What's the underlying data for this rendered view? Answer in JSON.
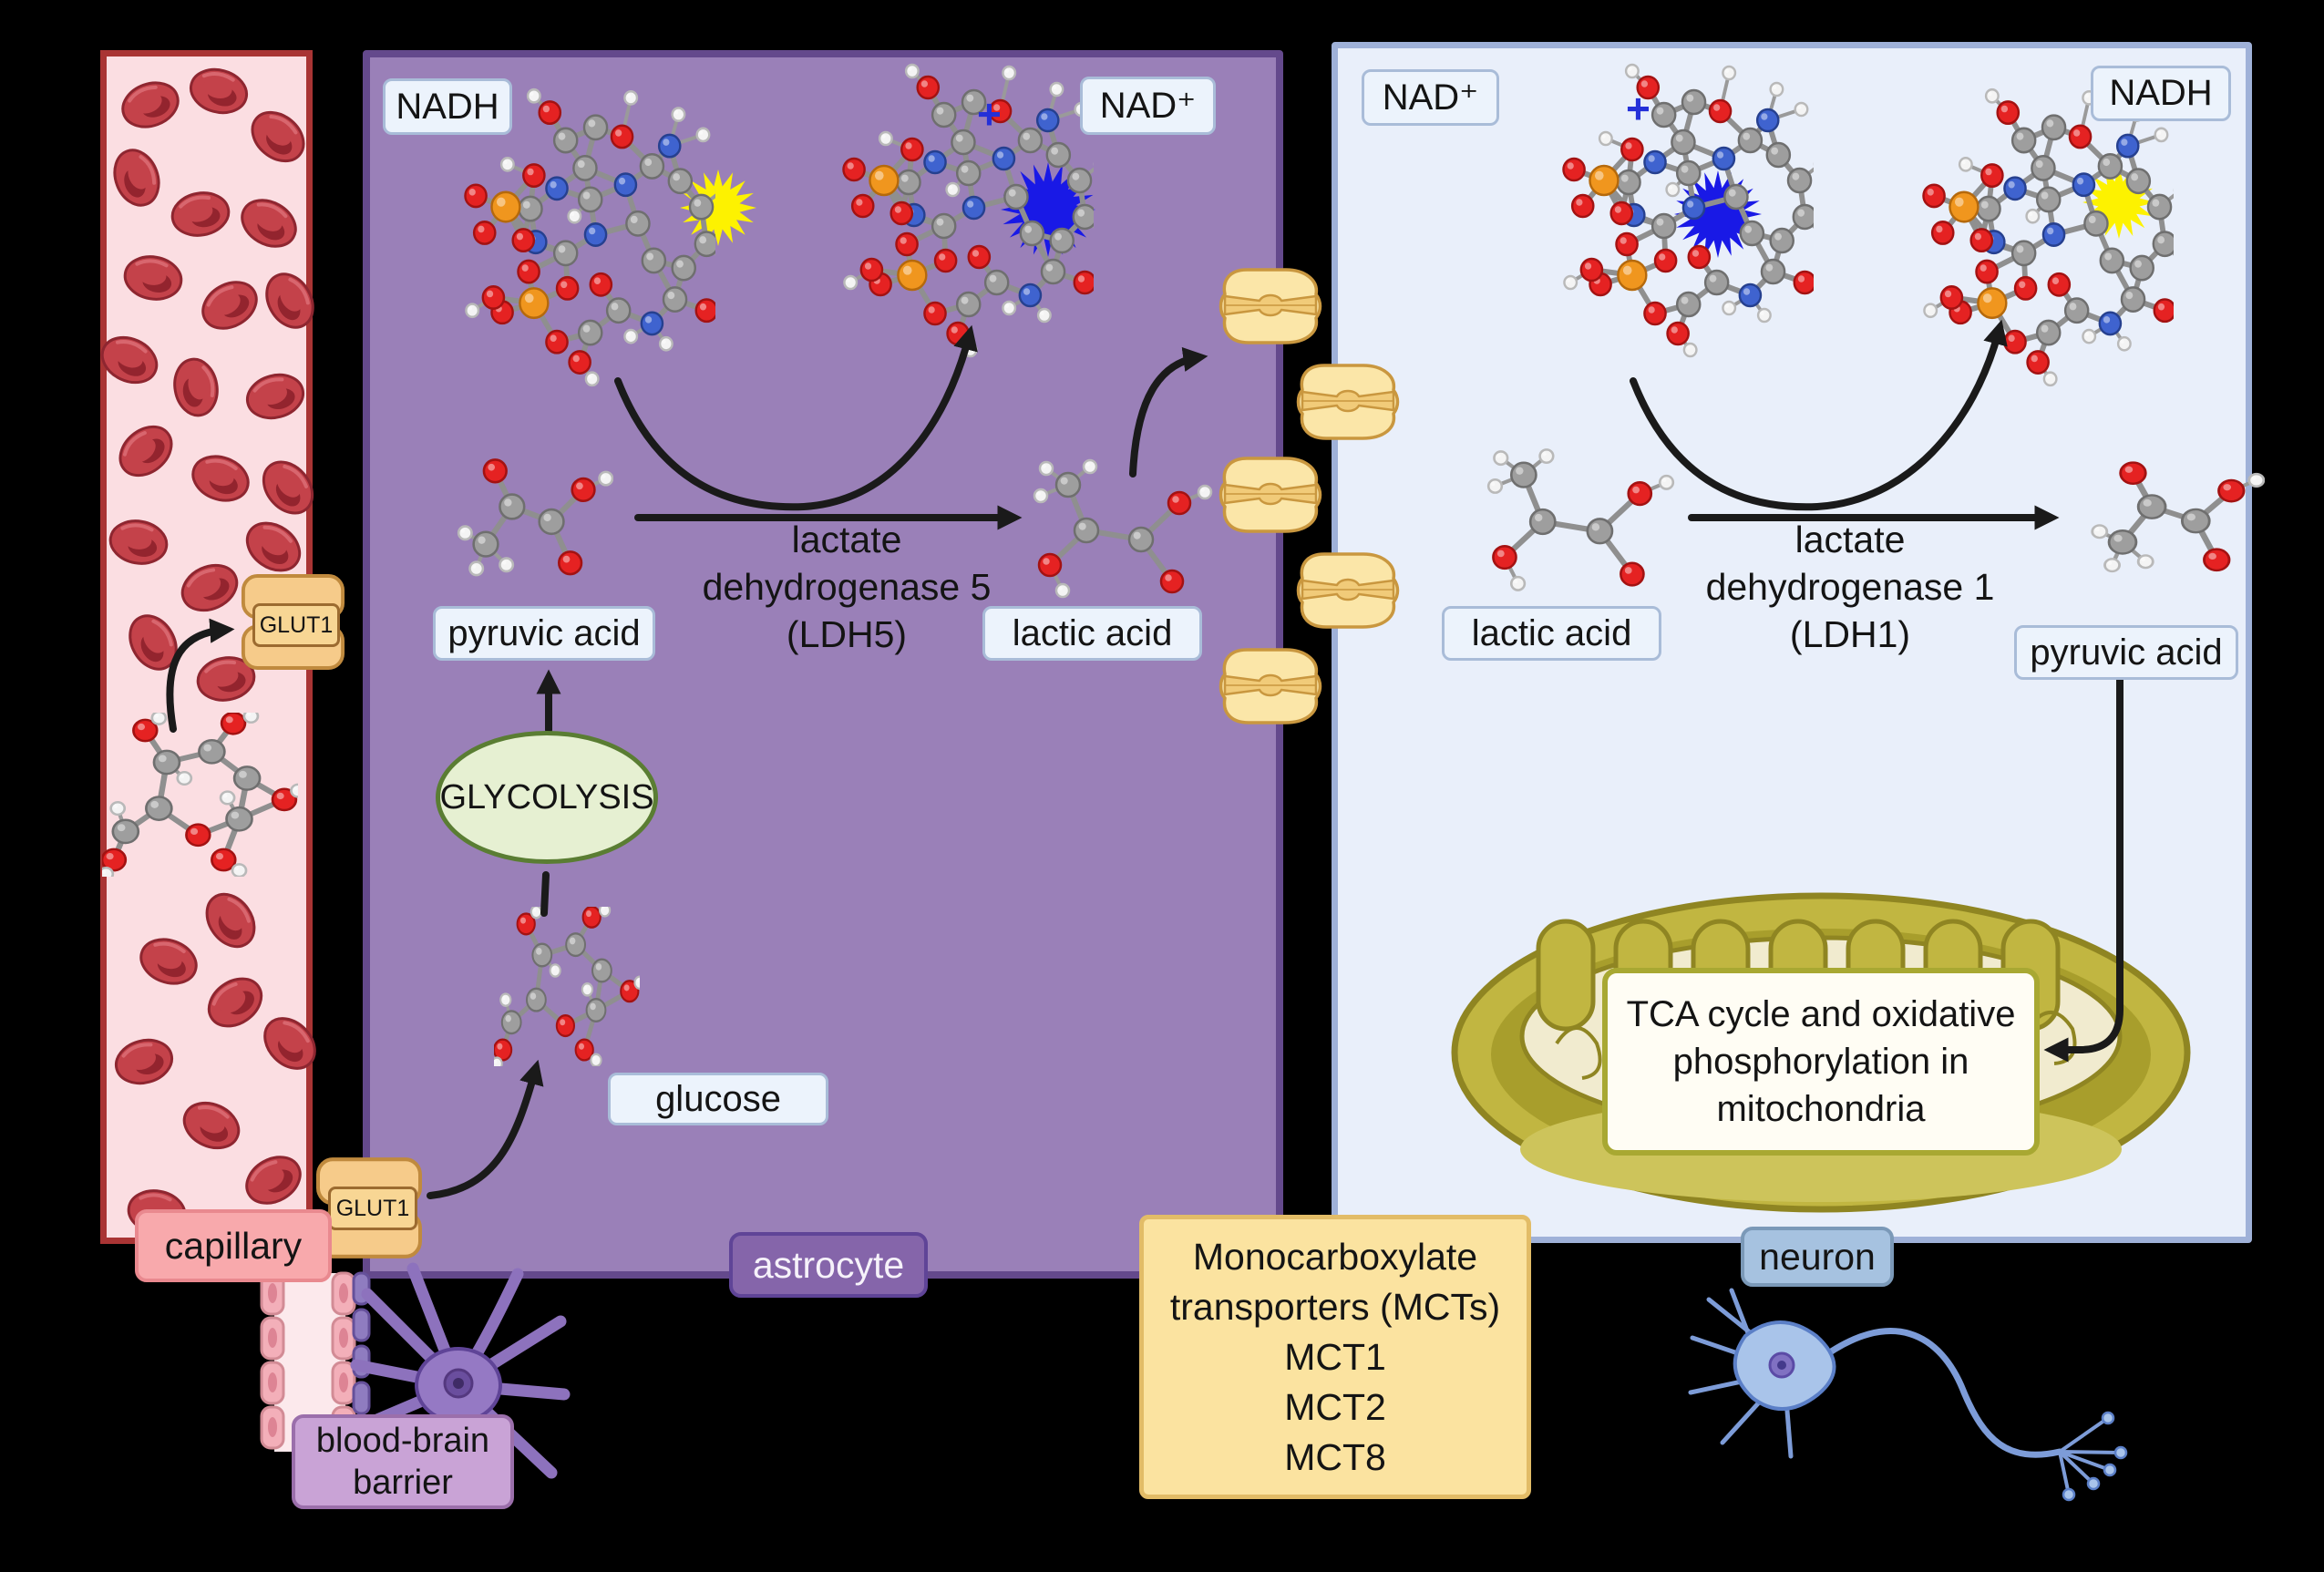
{
  "capillary": {
    "tag": "capillary",
    "glut1_label": "GLUT1"
  },
  "astrocyte": {
    "tag": "astrocyte",
    "nadh_label": "NADH",
    "nad_label": "NAD⁺",
    "nad_plus_sign": "+",
    "pyruvic_label": "pyruvic acid",
    "lactic_label": "lactic acid",
    "enzyme_line1": "lactate",
    "enzyme_line2": "dehydrogenase 5",
    "enzyme_line3": "(LDH5)",
    "glycolysis_label": "GLYCOLYSIS",
    "glucose_label": "glucose"
  },
  "neuron": {
    "tag": "neuron",
    "nad_label": "NAD⁺",
    "nadh_label": "NADH",
    "nad_plus_sign": "+",
    "lactic_label": "lactic acid",
    "pyruvic_label": "pyruvic acid",
    "enzyme_line1": "lactate",
    "enzyme_line2": "dehydrogenase 1",
    "enzyme_line3": "(LDH1)",
    "tca_line1": "TCA cycle and oxidative",
    "tca_line2": "phosphorylation in",
    "tca_line3": "mitochondria"
  },
  "blood_brain_barrier": {
    "line1": "blood-brain",
    "line2": "barrier"
  },
  "mct_box": {
    "line1": "Monocarboxylate",
    "line2": "transporters (MCTs)",
    "items": [
      "MCT1",
      "MCT2",
      "MCT8"
    ]
  },
  "colors": {
    "background": "#000000",
    "capillary_fill": "#fbdee2",
    "capillary_border": "#a93434",
    "astrocyte_fill": "#9a80b8",
    "astrocyte_border": "#64498c",
    "neuron_fill": "#e9effa",
    "neuron_border": "#9fb1d8",
    "chip_fill": "#ecf3fc",
    "chip_border": "#a9bcd8",
    "glycolysis_fill": "#e6f0d2",
    "glycolysis_border": "#5a7d33",
    "mct_box_fill": "#fbe3a0",
    "transporter_fill": "#fbe6a8",
    "transporter_border": "#c9973f",
    "glut1_fill": "#f6cb8a",
    "tca_box_fill": "#fffdf4",
    "tca_box_border": "#a8a832",
    "mitochondria_fill": "#c1b641",
    "yellow_burst": "#fdf200",
    "blue_burst": "#1919e6",
    "arrow_color": "#1a1a1a"
  }
}
